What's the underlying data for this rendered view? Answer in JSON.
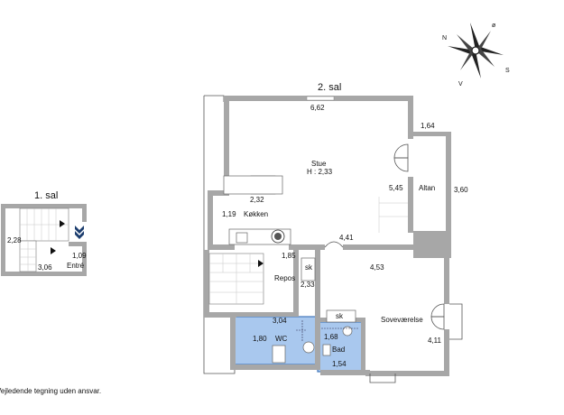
{
  "compass": {
    "north": "N",
    "east": "ø",
    "south": "S",
    "west": "V"
  },
  "floor1": {
    "title": "1. sal",
    "dim_left": "2,28",
    "dim_right": "1,09",
    "dim_bottom": "3,06",
    "room_entre": "Entré"
  },
  "floor2": {
    "title": "2. sal",
    "dim_top": "6,62",
    "stue_label": "Stue",
    "stue_height": "H : 2,33",
    "dim_altan_top": "1,64",
    "dim_altan_height": "3,60",
    "dim_stue_right": "5,45",
    "altan_label": "Altan",
    "dim_kitchen_island": "2,32",
    "dim_kitchen_side": "1,19",
    "kitchen_label": "Køkken",
    "dim_stue_bottom": "4,41",
    "dim_repos_top": "1,85",
    "sk_1": "sk",
    "repos_label": "Repos",
    "dim_repos_side": "2,33",
    "dim_bedroom_top": "4,53",
    "sk_2": "sk",
    "bedroom_label": "Soveværelse",
    "dim_bedroom_side": "4,11",
    "dim_wc_top": "3,04",
    "dim_wc_side": "1,80",
    "wc_label": "WC",
    "dim_bad_side": "1,68",
    "bad_label": "Bad",
    "dim_bad_bottom": "1,54"
  },
  "disclaimer": "Vejledende tegning uden ansvar.",
  "colors": {
    "wall": "#a7a7a7",
    "bathroom": "#a9c8ee",
    "bathroom_border": "#4477bb",
    "entrance_marker": "#1c3d6e"
  }
}
